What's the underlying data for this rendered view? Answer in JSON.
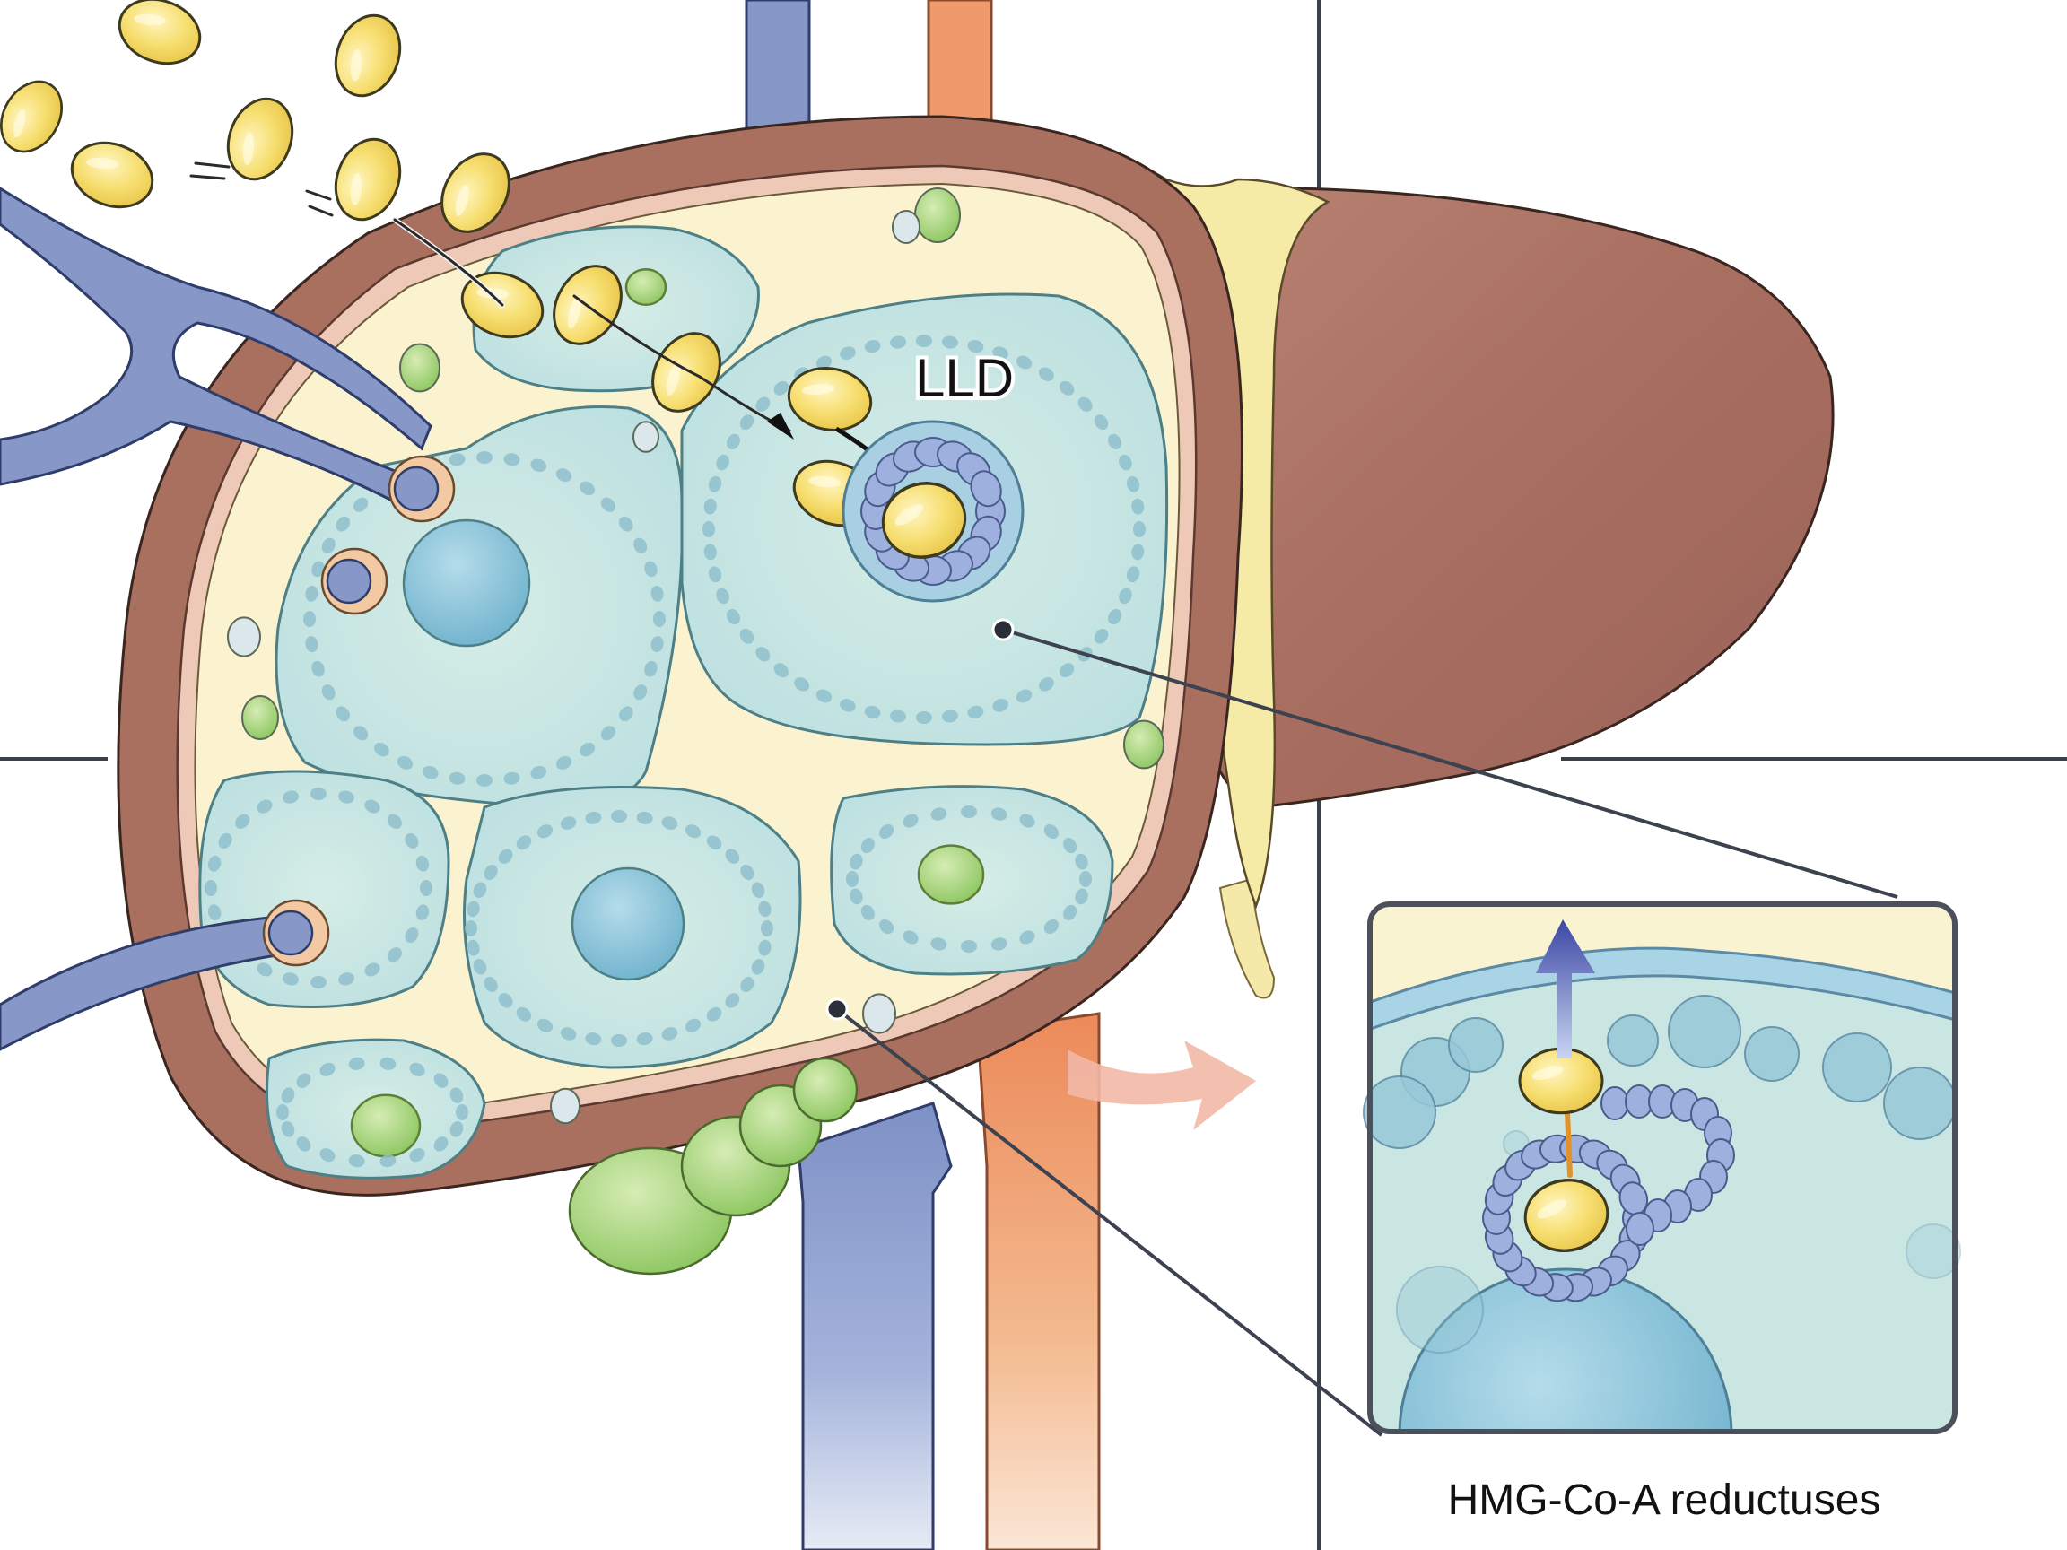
{
  "figure": {
    "type": "anatomical-illustration",
    "subject": "liver cross-section with hepatocytes and lipoprotein uptake"
  },
  "labels": {
    "main_callout": "LLD",
    "inset_caption": "HMG-Co-A reductuses"
  },
  "colors": {
    "background": "#ffffff",
    "grid_line": "#3a3f48",
    "liver_capsule": "#a9705f",
    "liver_lobe": "#a86e60",
    "capsule_inner_pink": "#efc9b8",
    "interstitium": "#fbf3cf",
    "hepatocyte_fill": "#c9e6e3",
    "hepatocyte_stroke": "#4d7f86",
    "vesicle_dot": "#8fc0cc",
    "nucleus": "#84c2d8",
    "green_organelle": "#a8d47a",
    "lipoprotein": "#f5d96a",
    "lipoprotein_stroke": "#3d3a20",
    "receptor_bead": "#9db0de",
    "vein": "#8798c8",
    "artery": "#ef9a6c",
    "leader_line": "#3c4250",
    "inset_frame": "#4b505a",
    "up_arrow": "#3f4ea8"
  }
}
